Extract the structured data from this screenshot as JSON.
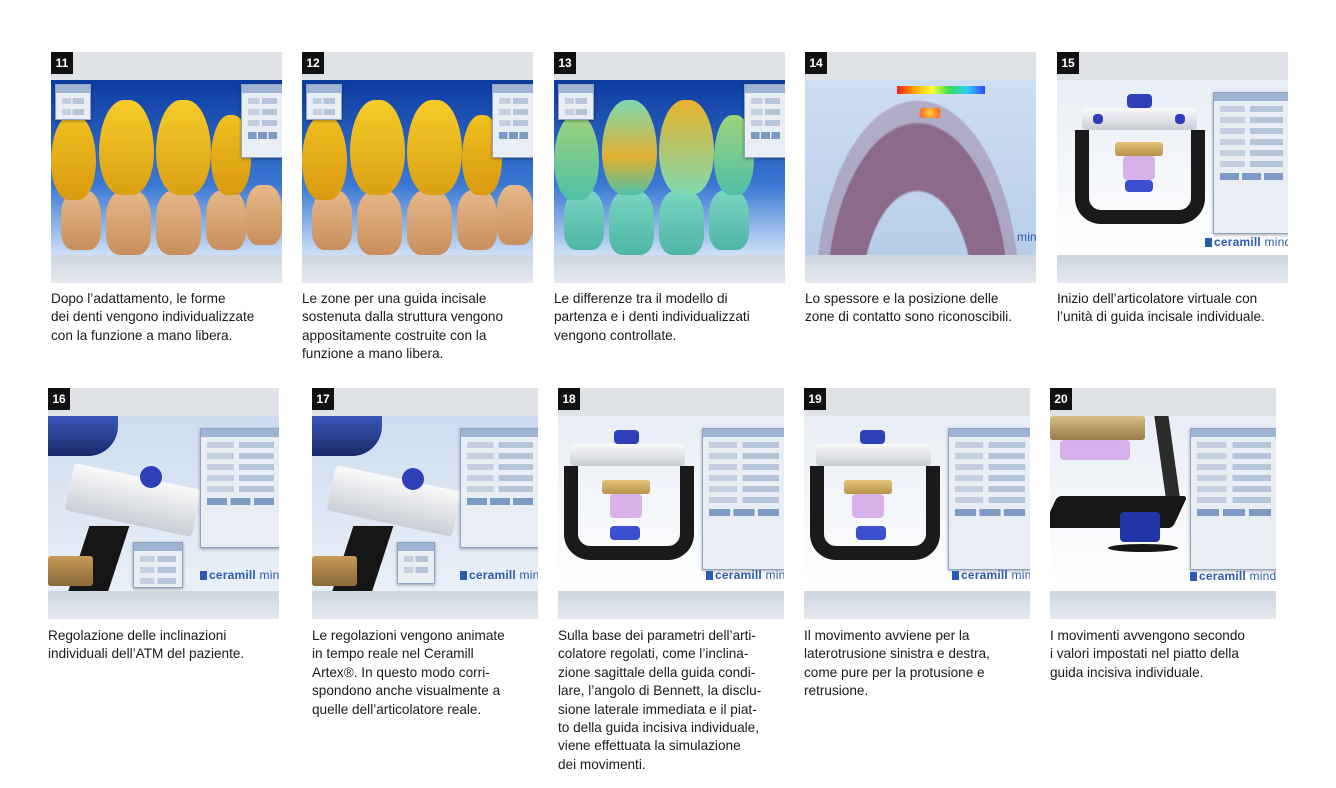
{
  "brand": {
    "logo_bold": "ceramill",
    "logo_light": "mind",
    "accent": "#2a5bb0"
  },
  "panels": [
    {
      "number": "11",
      "scene": "teeth-yellow",
      "caption": "Dopo l’adattamento, le forme\ndei denti vengono individualizzate\ncon la funzione a mano libera."
    },
    {
      "number": "12",
      "scene": "teeth-yellow",
      "caption": "Le zone per una guida incisale\nsostenuta dalla struttura vengono\nappositamente costruite con la\nfunzione a mano libera."
    },
    {
      "number": "13",
      "scene": "teeth-cyan",
      "caption": "Le differenze tra il modello di\npartenza e i denti individualizzati\nvengono controllate."
    },
    {
      "number": "14",
      "scene": "arch-heatmap",
      "caption": "Lo spessore e la posizione delle\nzone di contatto sono riconoscibili."
    },
    {
      "number": "15",
      "scene": "articulator-front",
      "caption": "Inizio dell’articolatore virtuale con\nl’unità di guida incisale individuale."
    },
    {
      "number": "16",
      "scene": "articulator-closeup",
      "caption": "Regolazione delle inclinazioni\nindividuali dell’ATM del paziente."
    },
    {
      "number": "17",
      "scene": "articulator-closeup",
      "caption": "Le regolazioni vengono animate\nin tempo reale nel Ceramill\nArtex®. In questo modo corri-\nspondono anche visualmente a\nquelle dell’articolatore reale."
    },
    {
      "number": "18",
      "scene": "articulator-front",
      "caption": "Sulla base dei parametri dell’arti-\ncolatore regolati, come l’inclina-\nzione sagittale della guida condi-\nlare, l’angolo di Bennett, la disclu-\nsione laterale immediata e il piat-\nto della guida incisiva individuale,\nviene effettuata la simulazione\ndei movimenti."
    },
    {
      "number": "19",
      "scene": "articulator-front",
      "caption": "Il movimento avviene per la\nlaterotrusione sinistra e destra,\ncome pure per la protusione e\nretrusione."
    },
    {
      "number": "20",
      "scene": "articulator-pin",
      "caption": "I movimenti avvengono secondo\ni valori impostati nel piatto della\nguida incisiva individuale."
    }
  ]
}
